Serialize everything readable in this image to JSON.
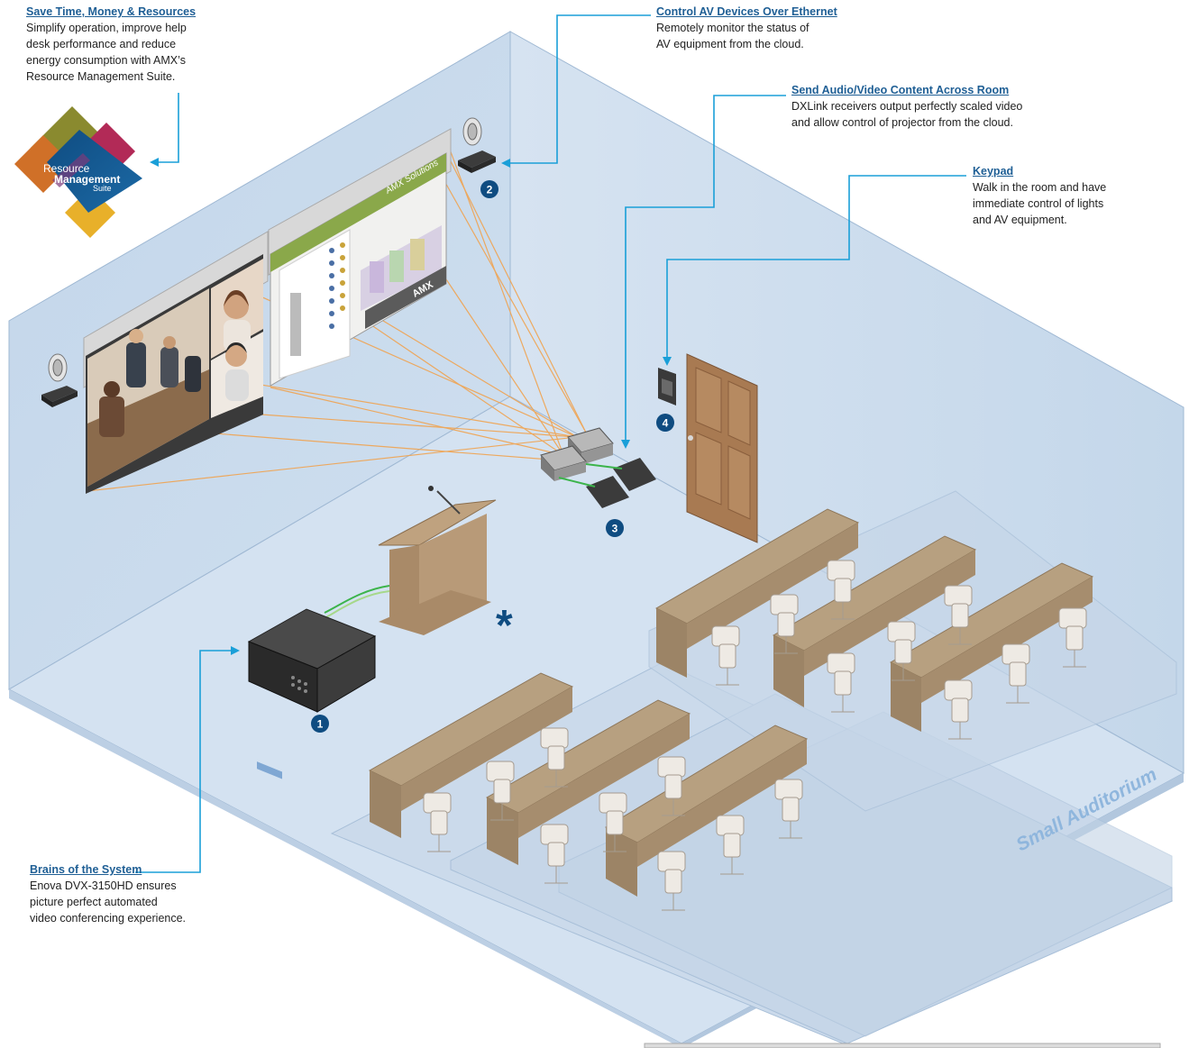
{
  "callouts": {
    "save": {
      "title": "Save Time, Money & Resources",
      "body": "Simplify operation, improve help\ndesk performance and reduce\nenergy consumption with AMX’s\nResource Management Suite."
    },
    "control": {
      "title": "Control AV Devices Over Ethernet",
      "body": "Remotely monitor the status of\nAV equipment from the cloud."
    },
    "send": {
      "title": "Send Audio/Video Content Across Room",
      "body": "DXLink receivers output perfectly scaled video\nand allow control of projector from the cloud."
    },
    "keypad": {
      "title": "Keypad",
      "body": "Walk in the room and have\nimmediate control of lights\nand AV equipment."
    },
    "brains": {
      "title": "Brains of the System",
      "body": "Enova DVX-3150HD ensures\npicture perfect automated\nvideo conferencing experience."
    }
  },
  "logo": {
    "line1": "Resource",
    "line2": "Management",
    "line3": "Suite"
  },
  "screen": {
    "title": "AMX Solutions",
    "brand": "AMX"
  },
  "badges": [
    "1",
    "2",
    "3",
    "4"
  ],
  "asterisk": "*",
  "room_label": "Small Auditorium",
  "colors": {
    "accent": "#1a9fd8",
    "badge": "#0f4c81",
    "beam": "#f0a350",
    "wall": "#c7d9ec",
    "floor": "#d5e2f1",
    "table": "#b39a7c"
  }
}
